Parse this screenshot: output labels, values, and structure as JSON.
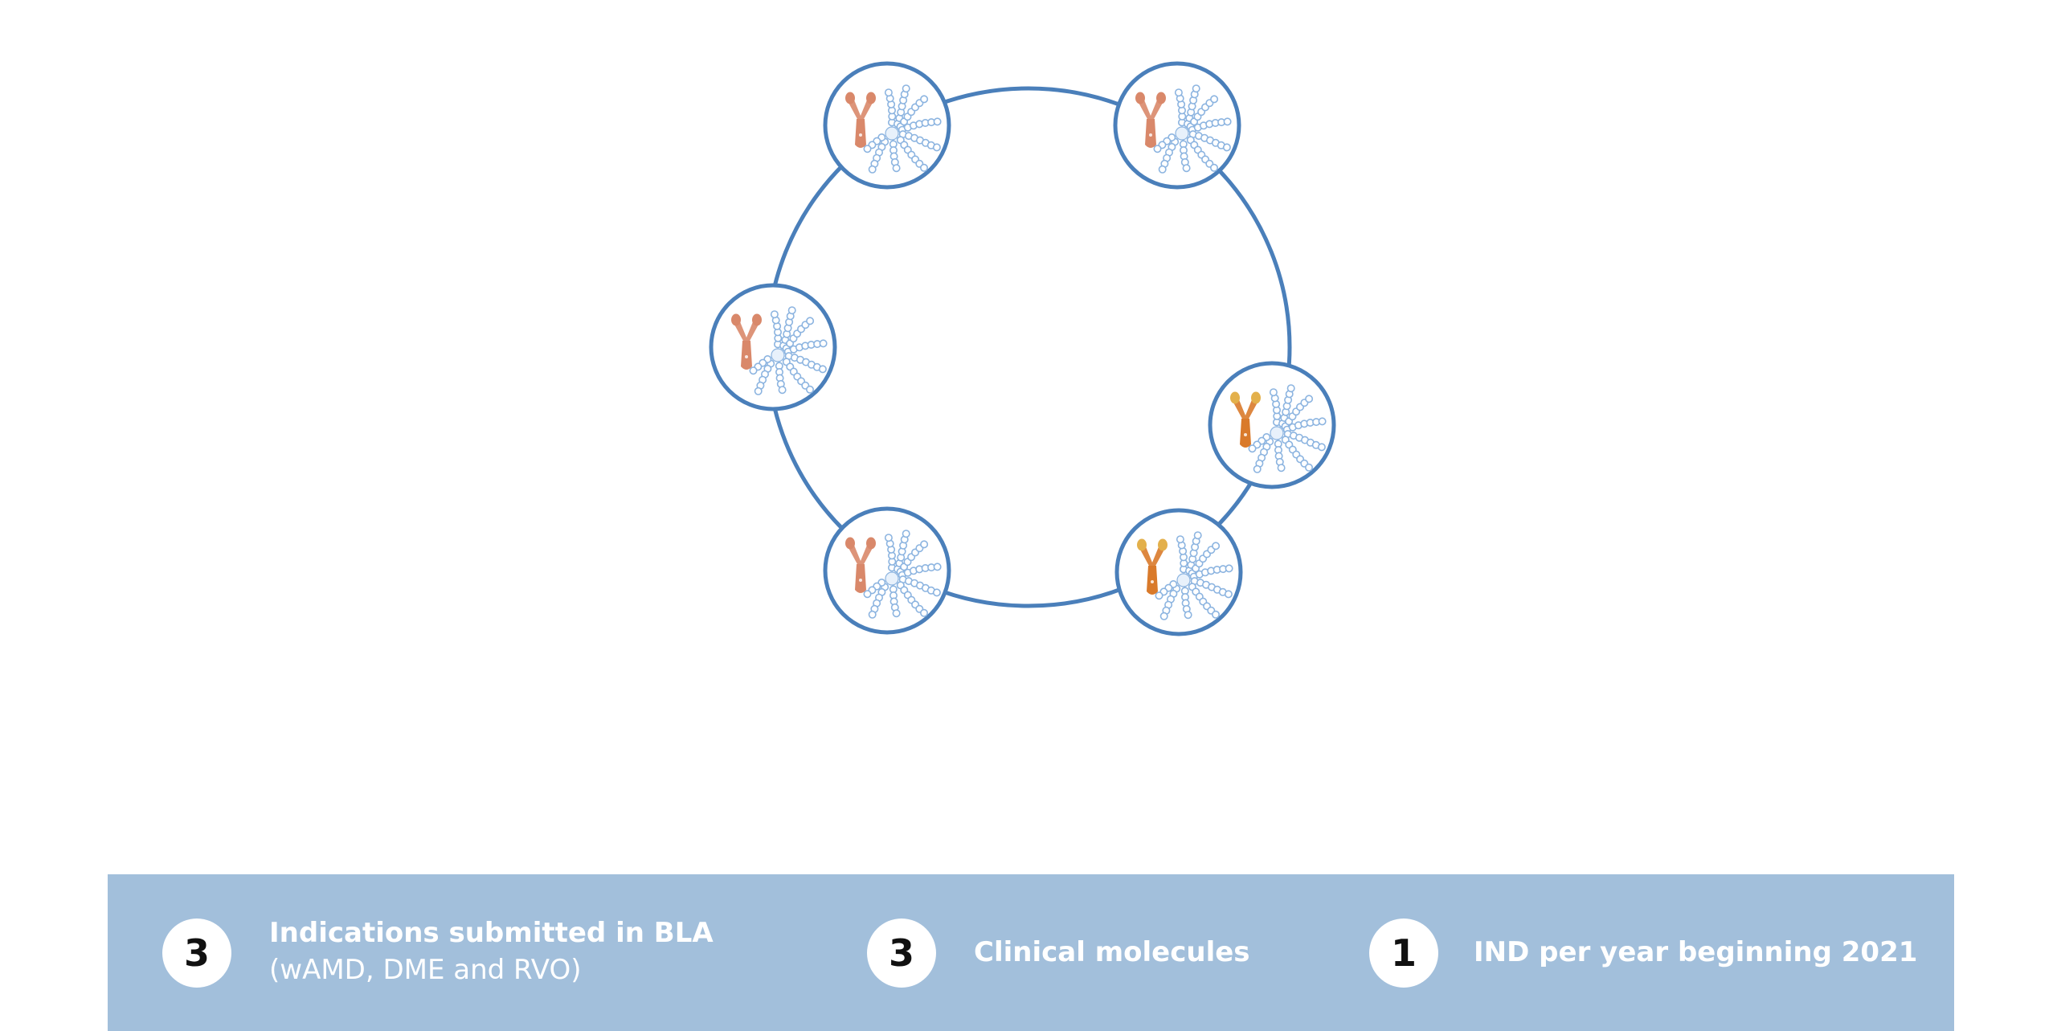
{
  "colors": {
    "ring": "#4a7fba",
    "node_fill": "#ffffff",
    "bubble_stroke": "#8cb4e0",
    "antibody_salmon": "#d9886a",
    "antibody_orange": "#d97a2b",
    "antibody_gold": "#e3b04b",
    "stats_bar": "#a2bfdb",
    "badge_fill": "#ffffff",
    "badge_text": "#111111",
    "stat_text": "#ffffff"
  },
  "nodes": [
    {
      "id": "node-top-left",
      "antibody": "salmon",
      "icon": "antibody-polymer-conjugate-icon"
    },
    {
      "id": "node-top-right",
      "antibody": "salmon",
      "icon": "antibody-polymer-conjugate-icon"
    },
    {
      "id": "node-left",
      "antibody": "salmon",
      "icon": "antibody-polymer-conjugate-icon"
    },
    {
      "id": "node-right",
      "antibody": "gold",
      "icon": "antibody-polymer-conjugate-icon"
    },
    {
      "id": "node-bottom-left",
      "antibody": "salmon",
      "icon": "antibody-polymer-conjugate-icon"
    },
    {
      "id": "node-bottom-right",
      "antibody": "gold",
      "icon": "antibody-polymer-conjugate-icon"
    }
  ],
  "stats": [
    {
      "number": "3",
      "label": "Indications submitted in BLA",
      "sublabel": "(wAMD, DME and RVO)"
    },
    {
      "number": "3",
      "label": "Clinical molecules",
      "sublabel": ""
    },
    {
      "number": "1",
      "label": "IND per year beginning 2021",
      "sublabel": ""
    }
  ]
}
